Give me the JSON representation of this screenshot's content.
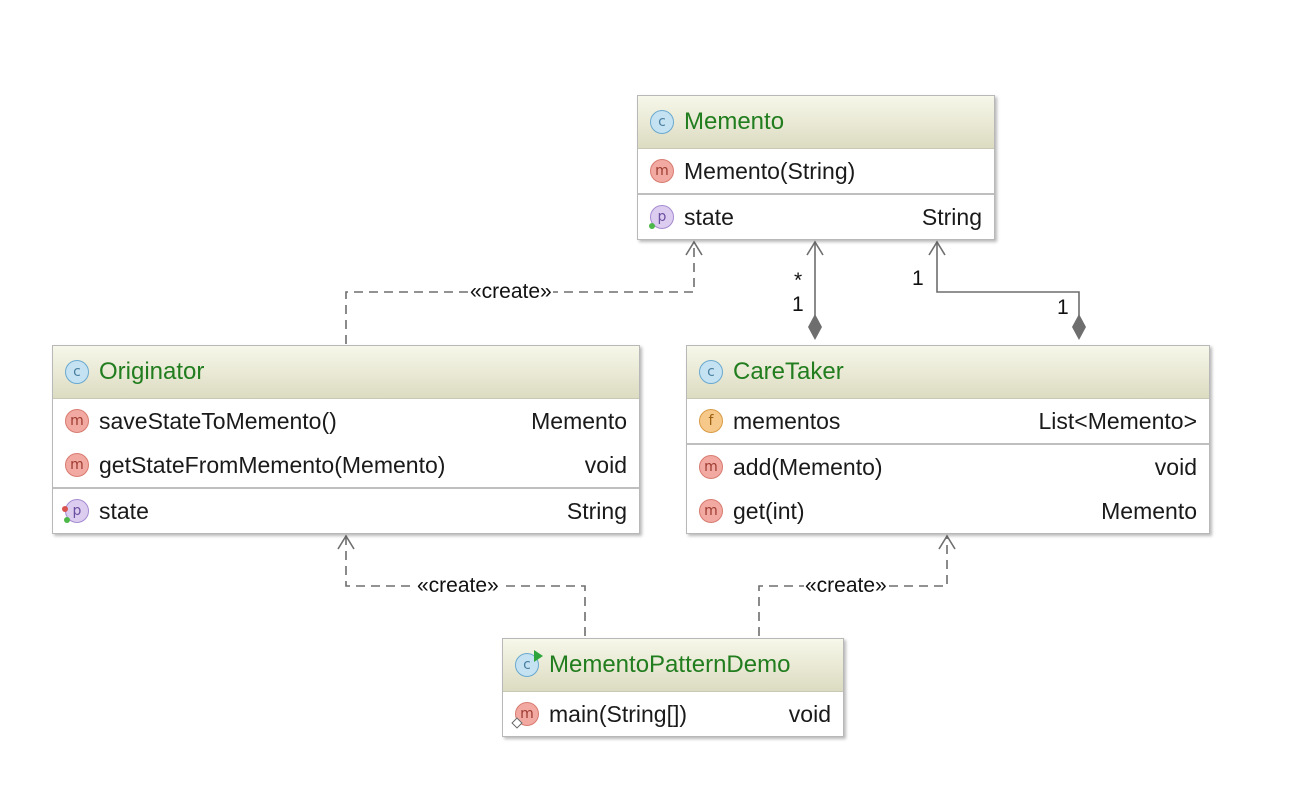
{
  "classes": {
    "memento": {
      "name": "Memento",
      "methods": [
        {
          "name": "Memento(String)",
          "type": ""
        }
      ],
      "properties": [
        {
          "name": "state",
          "type": "String"
        }
      ]
    },
    "originator": {
      "name": "Originator",
      "methods": [
        {
          "name": "saveStateToMemento()",
          "type": "Memento"
        },
        {
          "name": "getStateFromMemento(Memento)",
          "type": "void"
        }
      ],
      "properties": [
        {
          "name": "state",
          "type": "String"
        }
      ]
    },
    "caretaker": {
      "name": "CareTaker",
      "fields": [
        {
          "name": "mementos",
          "type": "List<Memento>"
        }
      ],
      "methods": [
        {
          "name": "add(Memento)",
          "type": "void"
        },
        {
          "name": "get(int)",
          "type": "Memento"
        }
      ]
    },
    "demo": {
      "name": "MementoPatternDemo",
      "methods": [
        {
          "name": "main(String[])",
          "type": "void"
        }
      ]
    }
  },
  "icons": {
    "class": "c",
    "method": "m",
    "property": "p",
    "field": "f"
  },
  "relations": {
    "originator_memento": "«create»",
    "demo_originator": "«create»",
    "demo_caretaker": "«create»",
    "caretaker_memento_left_target": "*",
    "caretaker_memento_left_source": "1",
    "caretaker_memento_right_target": "1",
    "caretaker_memento_right_source": "1"
  },
  "colors": {
    "class_name": "#217d1e",
    "header_bg": "#e8e8d2",
    "edge": "#6e6e6e"
  }
}
